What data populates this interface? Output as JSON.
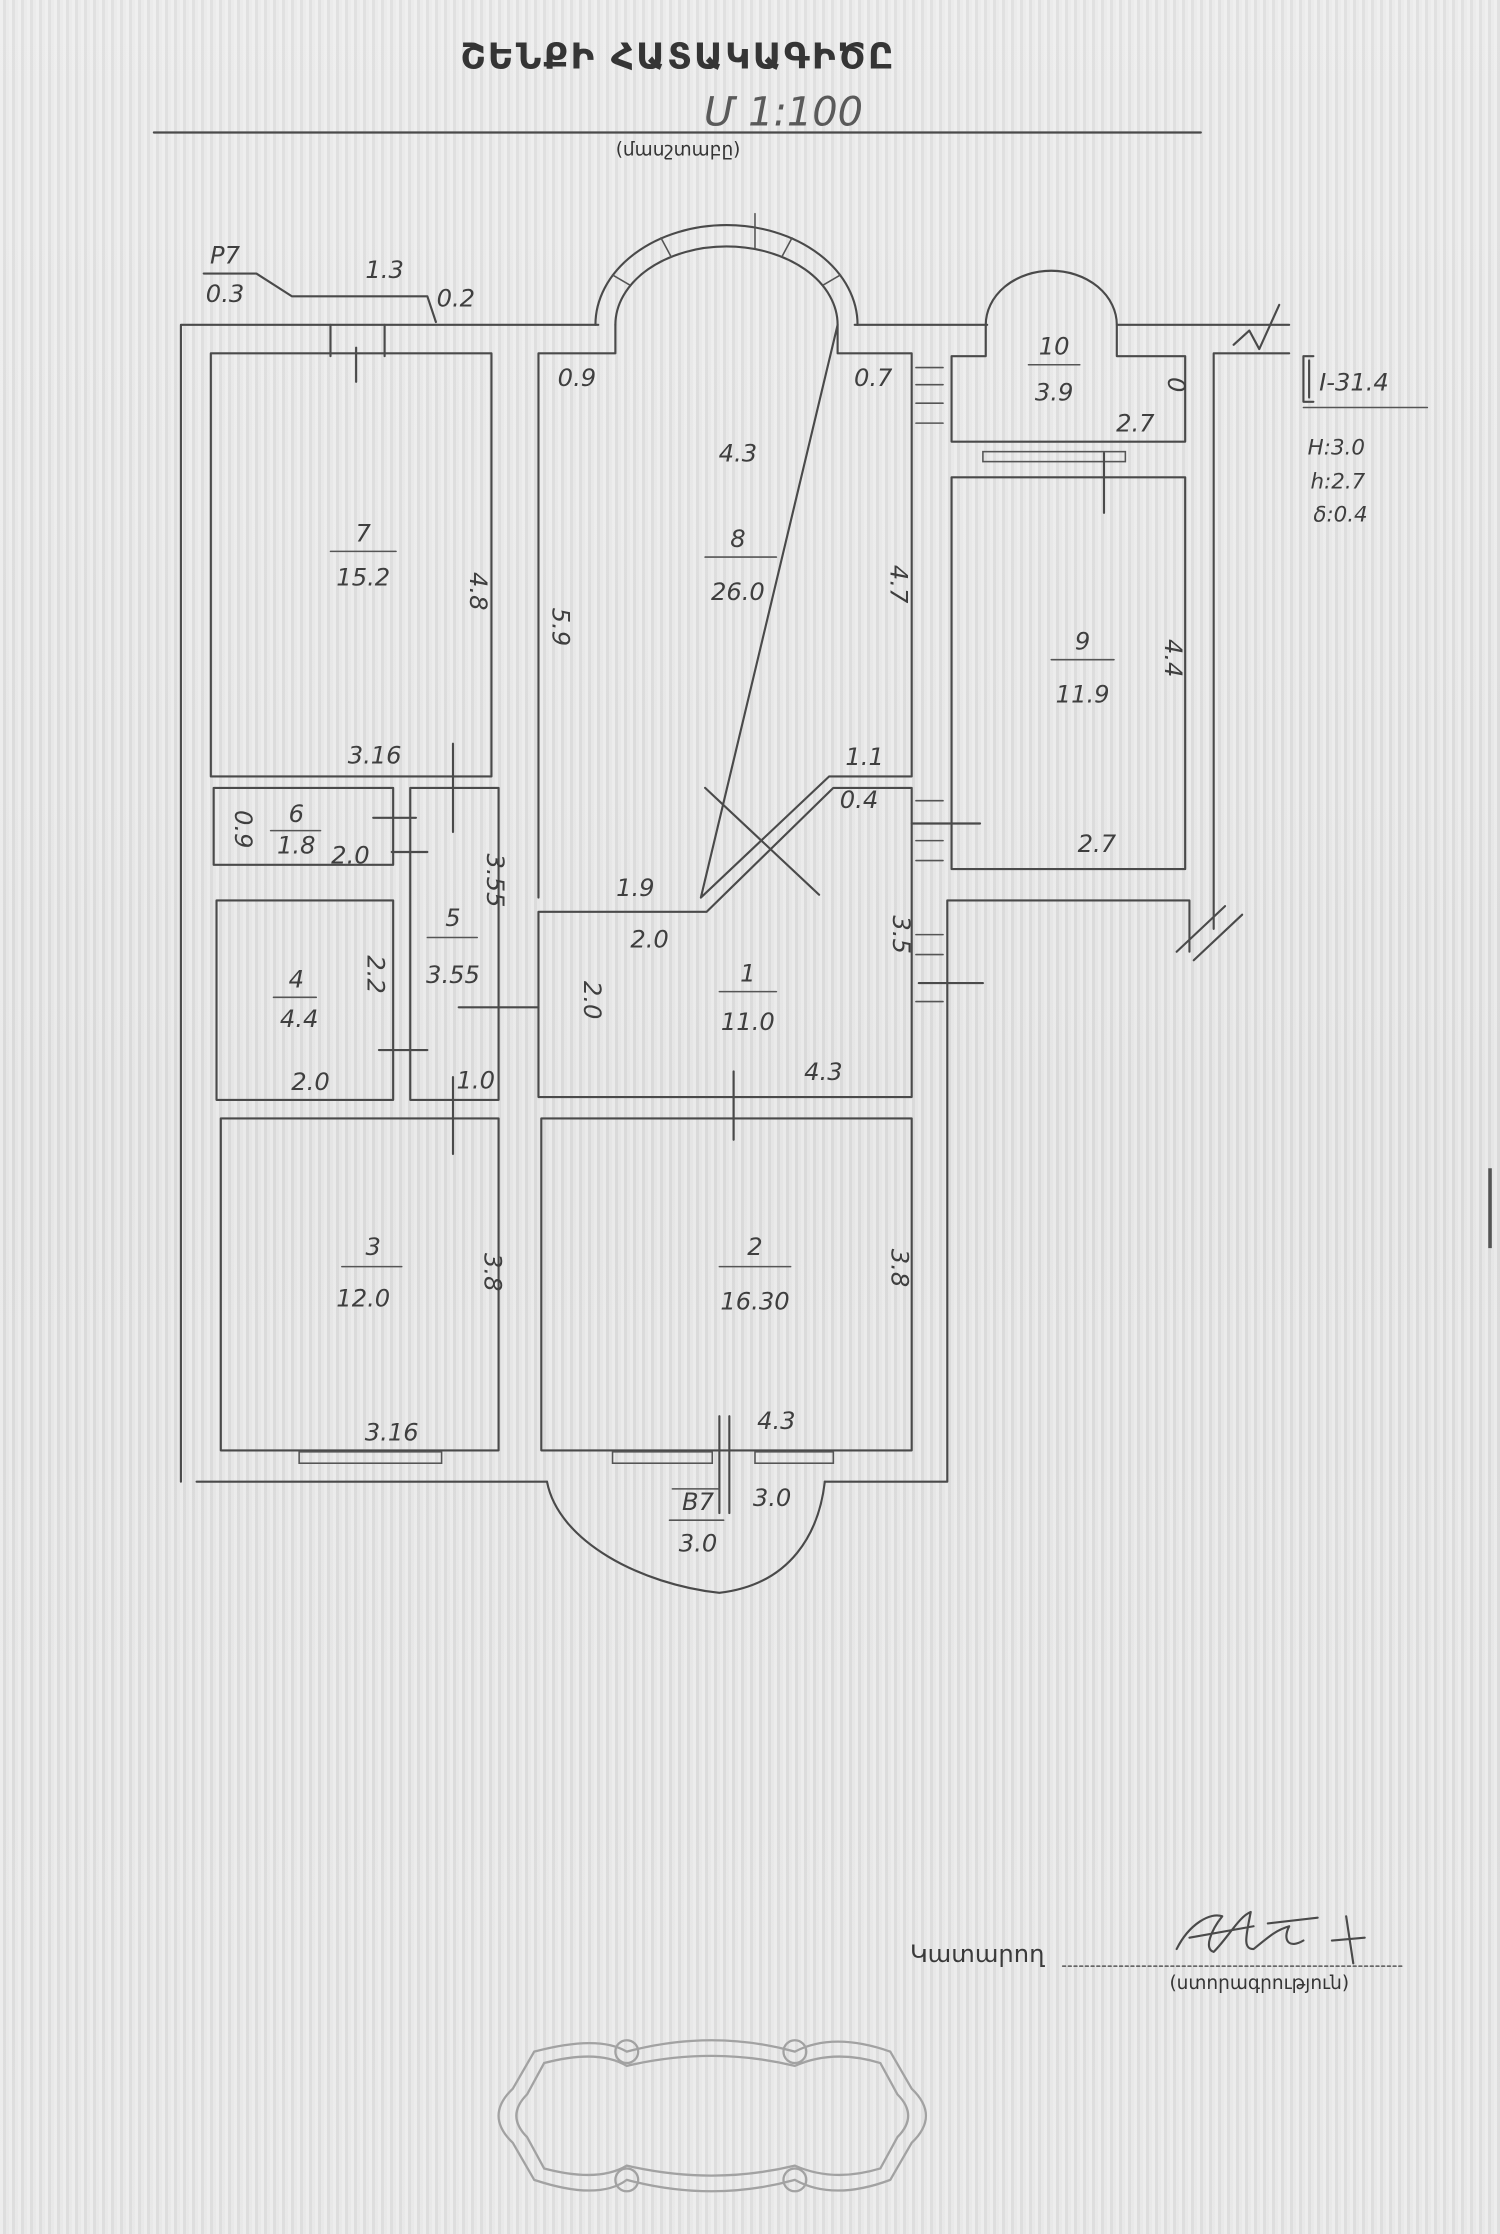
{
  "header": {
    "title": "ՇԵՆՔԻ ՀԱՏԱԿԱԳԻԾԸ",
    "scale": "Մ 1:100",
    "scale_caption": "(մասշտաբը)"
  },
  "plan": {
    "rooms": [
      {
        "number": "1",
        "area": "11.0",
        "dims": [
          "1.9",
          "2.0",
          "2.0",
          "4.3",
          "3.5",
          "1.1",
          "0.4"
        ]
      },
      {
        "number": "2",
        "area": "16.30",
        "dims": [
          "3.8",
          "4.3"
        ]
      },
      {
        "number": "3",
        "area": "12.0",
        "dims": [
          "3.8",
          "3.16"
        ]
      },
      {
        "number": "4",
        "area": "4.4",
        "dims": [
          "2.2",
          "2.0"
        ]
      },
      {
        "number": "5",
        "area": "3.55",
        "dims": [
          "3.55",
          "1.0"
        ]
      },
      {
        "number": "6",
        "area": "1.8",
        "dims": [
          "0.9",
          "2.0"
        ]
      },
      {
        "number": "7",
        "area": "15.2",
        "dims": [
          "4.8",
          "3.16"
        ]
      },
      {
        "number": "8",
        "area": "26.0",
        "dims": [
          "4.3",
          "5.9",
          "4.7",
          "0.9",
          "0.7"
        ]
      },
      {
        "number": "9",
        "area": "11.9",
        "dims": [
          "4.4",
          "2.7"
        ]
      },
      {
        "number": "10",
        "area": "3.9",
        "dims": [
          "2.7",
          "0"
        ]
      }
    ],
    "balconies": [
      {
        "number": "P7",
        "area": "0.3",
        "dims": [
          "1.3",
          "0.2"
        ]
      },
      {
        "number": "B7",
        "area": "3.0",
        "dims": [
          "3.0"
        ]
      }
    ],
    "building_info": {
      "index": "I-31.4",
      "H": "H:3.0",
      "h": "h:2.7",
      "delta": "δ:0.4"
    }
  },
  "signature": {
    "label": "Կատարող",
    "caption": "(ստորագրություն)"
  },
  "colors": {
    "paper": "#e5e5e5",
    "ink": "#4a4a4a",
    "stamp": "#a2a2a2"
  }
}
